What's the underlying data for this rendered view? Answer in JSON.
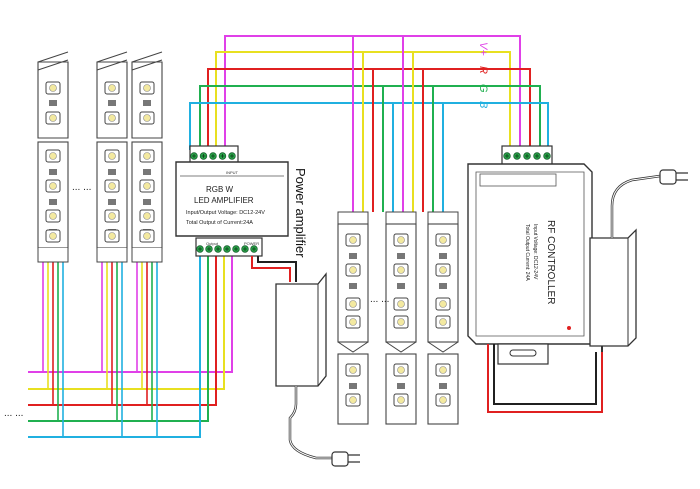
{
  "wire_labels": {
    "v_plus": "V+",
    "r": "R",
    "g": "G",
    "b": "B"
  },
  "wire_colors": {
    "v_plus": "#e040e8",
    "w": "#e8e020",
    "r": "#e02020",
    "g": "#20b050",
    "b": "#20b0e0",
    "power": "#e02020",
    "ground": "#202020"
  },
  "amplifier": {
    "title": "RGB W",
    "subtitle": "LED AMPLIFIER",
    "input_voltage": "Input/Output Voltage: DC12-24V",
    "output_current": "Total Output of Current:24A",
    "input_label": "INPUT",
    "output_label": "Output",
    "power_label": "POWER",
    "side_label": "Power amplifier"
  },
  "controller": {
    "title": "RF CONTROLLER",
    "voltage": "Input Voltage: DC12-24V",
    "current": "Total Output Current: 24A"
  },
  "ellipses": {
    "left_strips": "... ...",
    "middle_strips": "... ...",
    "bottom_left": "... ..."
  }
}
